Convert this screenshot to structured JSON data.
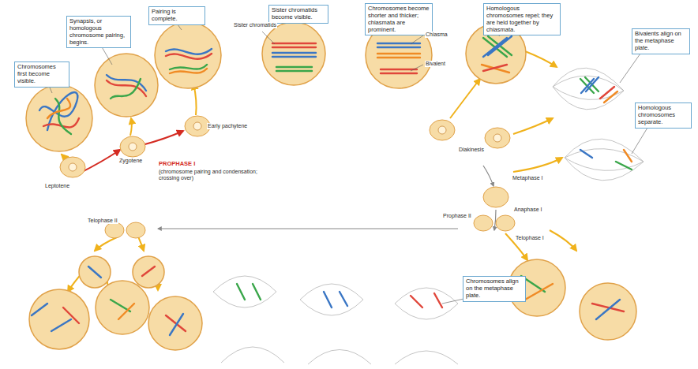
{
  "diagram": {
    "nodes": [
      {
        "text": [
          "Chromosomes first become visible."
        ]
      },
      {
        "text": [
          "Synapsis, or homologous chromosome pairing, begins."
        ]
      },
      {
        "text": [
          "Pairing is complete."
        ]
      },
      {
        "text": [
          "Sister chromatids become visible."
        ]
      },
      {
        "text": [
          "Chromosomes become shorter and thicker; chiasmata are prominent."
        ]
      },
      {
        "text": [
          "Homologous chromosomes repel; they are held together by chiasmata."
        ]
      },
      {
        "text": [
          "Bivalents align on the metaphase plate."
        ]
      },
      {
        "text": [
          "Homologous chromosomes separate."
        ]
      },
      {
        "text": [
          "Chromosomes align on the metaphase plate."
        ]
      }
    ],
    "labels": [
      "Leptotene",
      "Zygotene",
      "Early pachytene",
      "PROPHASE I",
      "(chromosome pairing and condensation; crossing over)",
      "Sister chromatids",
      "Chiasma",
      "Bivalent",
      "Diakinesis",
      "Metaphase I",
      "Anaphase I",
      "Telophase I",
      "Prophase II",
      "Telophase II"
    ]
  }
}
